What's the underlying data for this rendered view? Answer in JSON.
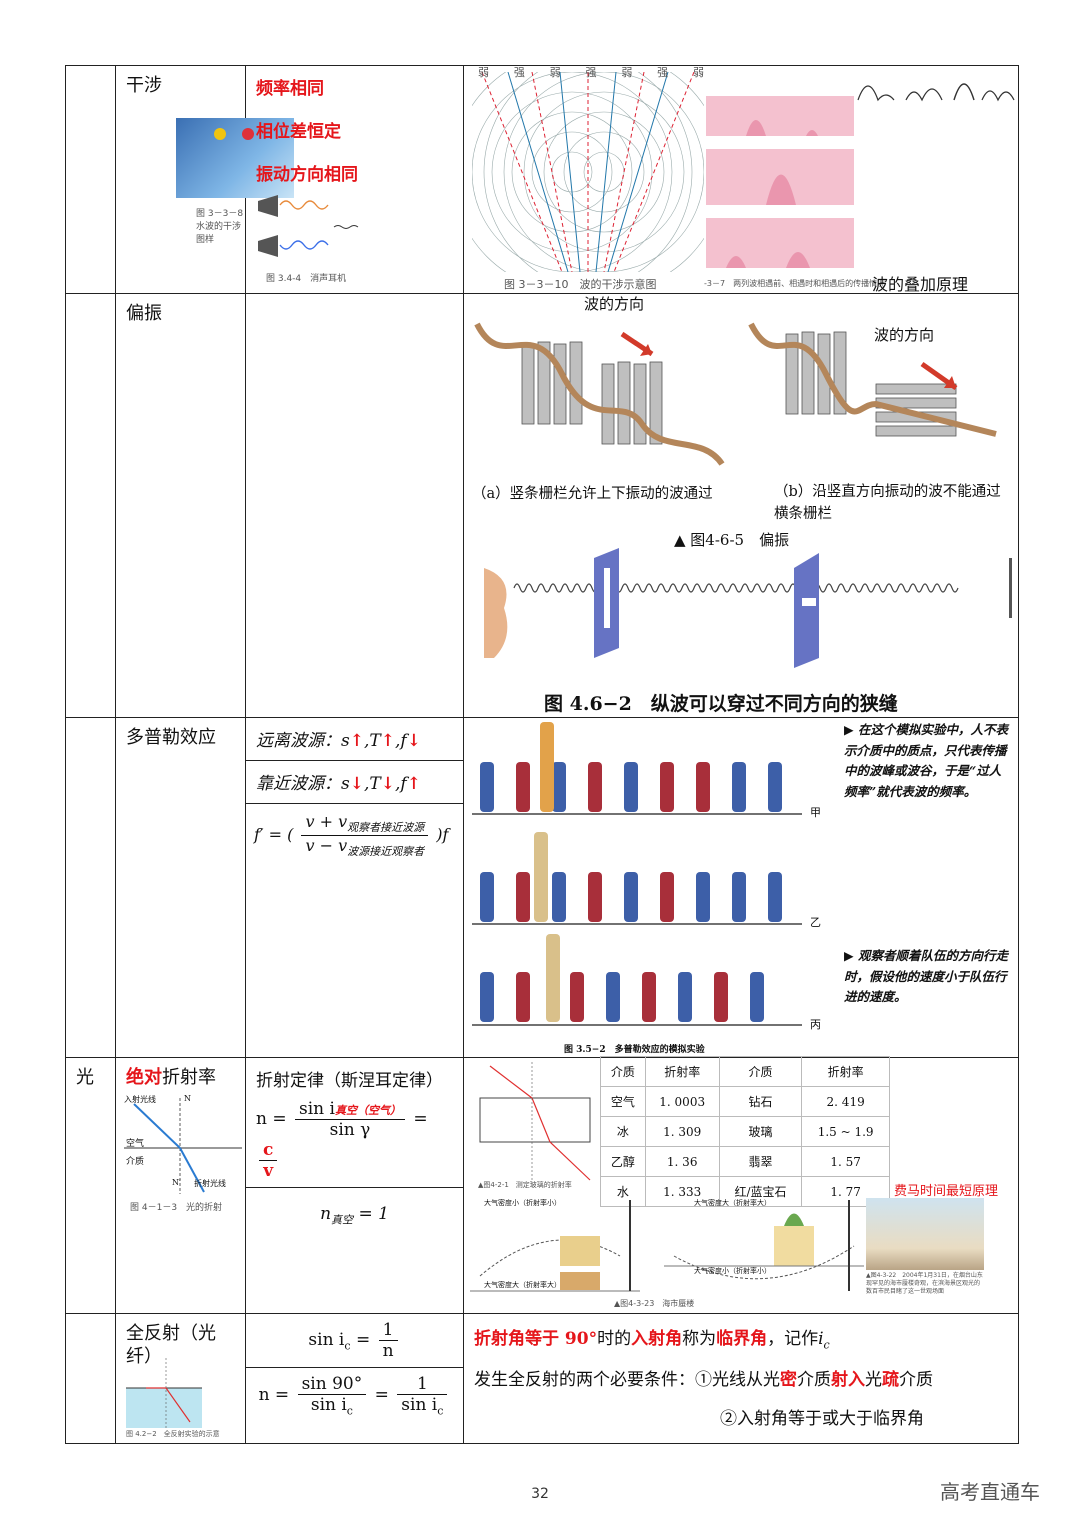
{
  "rows": {
    "interference": {
      "name": "干涉",
      "conditions": [
        "频率相同",
        "相位差恒定",
        "振动方向相同"
      ],
      "fig_caption_water": "图 3－3－8　水波的干涉图样",
      "fig_caption_sound": "图 3.4-4　消声耳机",
      "fig_caption_diagram": "图 3－3－10　波的干涉示意图",
      "diagram_top_labels": [
        "弱",
        "强",
        "弱",
        "强",
        "弱",
        "强",
        "弱"
      ],
      "fig_caption_superposition": "-3－7　两列波相遇前、相遇时和相遇后的传播情况",
      "superposition_label": "波的叠加原理"
    },
    "polarization": {
      "name": "偏振",
      "wave_dir_1": "波的方向",
      "wave_dir_2": "波的方向",
      "cap_a": "（a）竖条栅栏允许上下振动的波通过",
      "cap_b": "（b）沿竖直方向振动的波不能通过横条栅栏",
      "fig_title": "▲ 图4-6-5　偏振",
      "fig_caption_slit": "图 4.6−2　纵波可以穿过不同方向的狭缝"
    },
    "doppler": {
      "name": "多普勒效应",
      "away_label": "远离波源：",
      "away_vars": [
        "s",
        "T",
        "f"
      ],
      "away_arrows": [
        "↑",
        "↑",
        "↓"
      ],
      "near_label": "靠近波源：",
      "near_vars": [
        "s",
        "T",
        "f"
      ],
      "near_arrows": [
        "↓",
        "↓",
        "↑"
      ],
      "formula_lhs": "f′ = (",
      "formula_num": "v + v",
      "formula_num_sub": "观察者接近波源",
      "formula_den": "v − v",
      "formula_den_sub": "波源接近观察者",
      "formula_rhs": ")f",
      "note_1": "▶ 在这个模拟实验中，人不表示介质中的质点，只代表传播中的波峰或波谷，于是“过人频率”就代表波的频率。",
      "note_2": "▶ 观察者顺着队伍的方向行走时，假设他的速度小于队伍行进的速度。",
      "row_labels": [
        "甲",
        "乙",
        "丙"
      ],
      "fig_caption": "图 3.5−2　多普勒效应的模拟实验"
    },
    "light": {
      "category": "光",
      "refraction_title_red": "绝对",
      "refraction_title_rest": "折射率",
      "refr_labels": [
        "入射光线",
        "N",
        "空气",
        "介质",
        "N′",
        "折射光线"
      ],
      "refr_caption": "图 4－1－3　光的折射",
      "law_title": "折射定律（斯涅耳定律）",
      "n_lhs": "n =",
      "n_num": "sin i",
      "n_num_red": "真空（空气）",
      "n_den": "sin γ",
      "n_eq_num": "c",
      "n_eq_den": "v",
      "n_vacuum_lhs": "n",
      "n_vacuum_sub": "真空",
      "n_vacuum_rhs": "= 1",
      "ri_headers": [
        "介质",
        "折射率",
        "介质",
        "折射率"
      ],
      "ri_rows": [
        [
          "空气",
          "1. 0003",
          "钻石",
          "2. 419"
        ],
        [
          "冰",
          "1. 309",
          "玻璃",
          "1.5 ~ 1.9"
        ],
        [
          "乙醇",
          "1. 36",
          "翡翠",
          "1. 57"
        ],
        [
          "水",
          "1. 333",
          "红/蓝宝石",
          "1. 77"
        ]
      ],
      "fermat": "费马时间最短原理",
      "fig_caption_refr_glass": "▲图4-2-1　测定玻璃的折射率",
      "mirage_labels": [
        "大气密度小（折射率小）",
        "大气密度大（折射率大）",
        "大气密度大（折射率大）",
        "大气密度小（折射率小）"
      ],
      "mirage_caption": "▲图4-3-23　海市蜃楼",
      "photo_caption": "▲图4-3-22　2004年1月31日，在烟台山东现罕见的海市蜃楼奇观，在滨海景区观光的数百市民目睹了这一世观场面"
    },
    "total_reflection": {
      "name": "全反射（光纤）",
      "formula1_lhs": "sin i",
      "formula1_sub": "c",
      "formula1_num": "1",
      "formula1_den": "n",
      "formula2_lhs": "n =",
      "formula2_num": "sin 90°",
      "formula2_den": "sin i",
      "formula2_num2": "1",
      "formula2_den2": "sin i",
      "def_red1": "折射角等于 90°",
      "def_black1": "时的",
      "def_red2": "入射角",
      "def_black2": "称为",
      "def_red3": "临界角",
      "def_black3": "，记作",
      "def_var": "i",
      "def_var_sub": "c",
      "cond_pre": "发生全反射的两个必要条件：①光线从光",
      "cond_red1": "密",
      "cond_mid": "介质",
      "cond_red2": "射入",
      "cond_mid2": "光",
      "cond_red3": "疏",
      "cond_post": "介质",
      "cond2": "②入射角等于或大于临界角",
      "fig_caption": "图 4.2−2　全反射实验的示意"
    }
  },
  "footer": {
    "page_number": "32",
    "watermark": "高考直通车"
  },
  "colors": {
    "accent_red": "#e5161b",
    "wave_pink": "#f4b8c8",
    "fence_gray": "#9b9b9b",
    "slit_blue": "#6673c4"
  }
}
